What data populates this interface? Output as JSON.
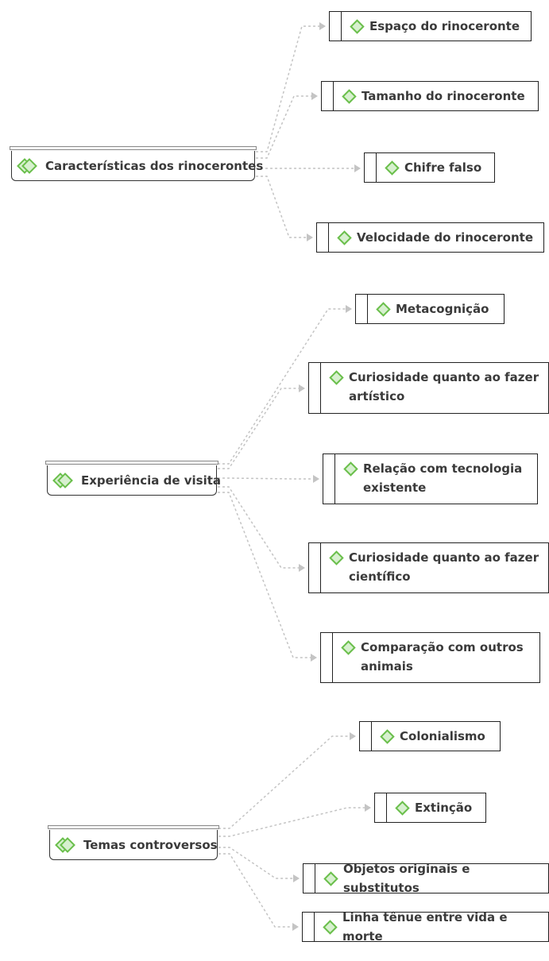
{
  "colors": {
    "connector": "#c4c4c4",
    "node_icon_fill": "#d7f0cf",
    "node_icon_stroke": "#6abf4b",
    "text": "#3a3a3a"
  },
  "groups": [
    {
      "label": "Características dos rinocerontes",
      "icon": "double-diamond-icon",
      "children": [
        {
          "label": "Espaço do rinoceronte",
          "icon": "diamond-icon"
        },
        {
          "label": "Tamanho do rinoceronte",
          "icon": "diamond-icon"
        },
        {
          "label": "Chifre falso",
          "icon": "diamond-icon"
        },
        {
          "label": "Velocidade do rinoceronte",
          "icon": "diamond-icon"
        }
      ]
    },
    {
      "label": "Experiência de visita",
      "icon": "double-diamond-icon",
      "children": [
        {
          "label": "Metacognição",
          "icon": "diamond-icon"
        },
        {
          "label": "Curiosidade quanto ao fazer artístico",
          "icon": "diamond-icon"
        },
        {
          "label": "Relação com tecnologia existente",
          "icon": "diamond-icon"
        },
        {
          "label": "Curiosidade quanto ao fazer científico",
          "icon": "diamond-icon"
        },
        {
          "label": "Comparação com outros animais",
          "icon": "diamond-icon"
        }
      ]
    },
    {
      "label": "Temas controversos",
      "icon": "double-diamond-icon",
      "children": [
        {
          "label": "Colonialismo",
          "icon": "diamond-icon"
        },
        {
          "label": "Extinção",
          "icon": "diamond-icon"
        },
        {
          "label": "Objetos originais e substitutos",
          "icon": "diamond-icon"
        },
        {
          "label": "Linha tênue entre vida e morte",
          "icon": "diamond-icon"
        }
      ]
    }
  ]
}
